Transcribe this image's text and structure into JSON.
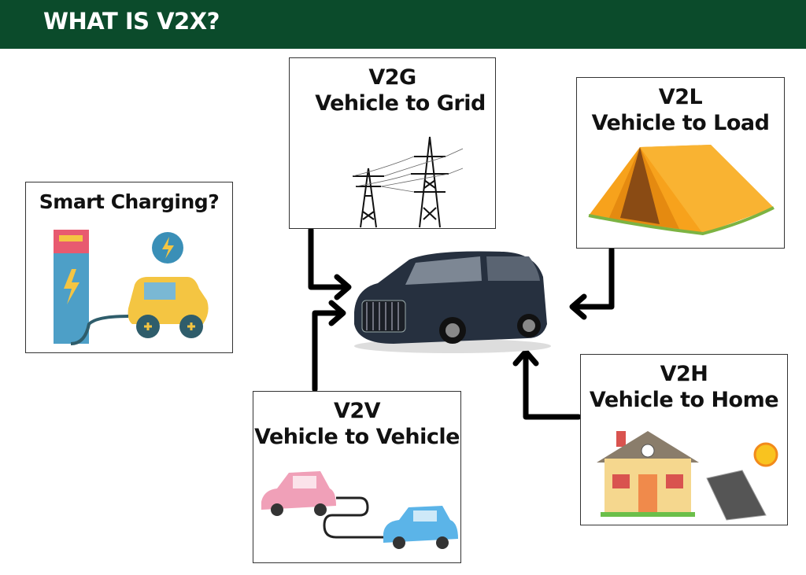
{
  "header": {
    "title": "WHAT IS V2X?"
  },
  "colors": {
    "header_bg": "#0b4b2b",
    "arrow": "#000000"
  },
  "boxes": {
    "v2g": {
      "code": "V2G",
      "label": "Vehicle to Grid"
    },
    "v2l": {
      "code": "V2L",
      "label": "Vehicle to Load"
    },
    "smart": {
      "label": "Smart Charging?"
    },
    "v2v": {
      "code": "V2V",
      "label": "Vehicle to Vehicle"
    },
    "v2h": {
      "code": "V2H",
      "label": "Vehicle to Home"
    }
  }
}
